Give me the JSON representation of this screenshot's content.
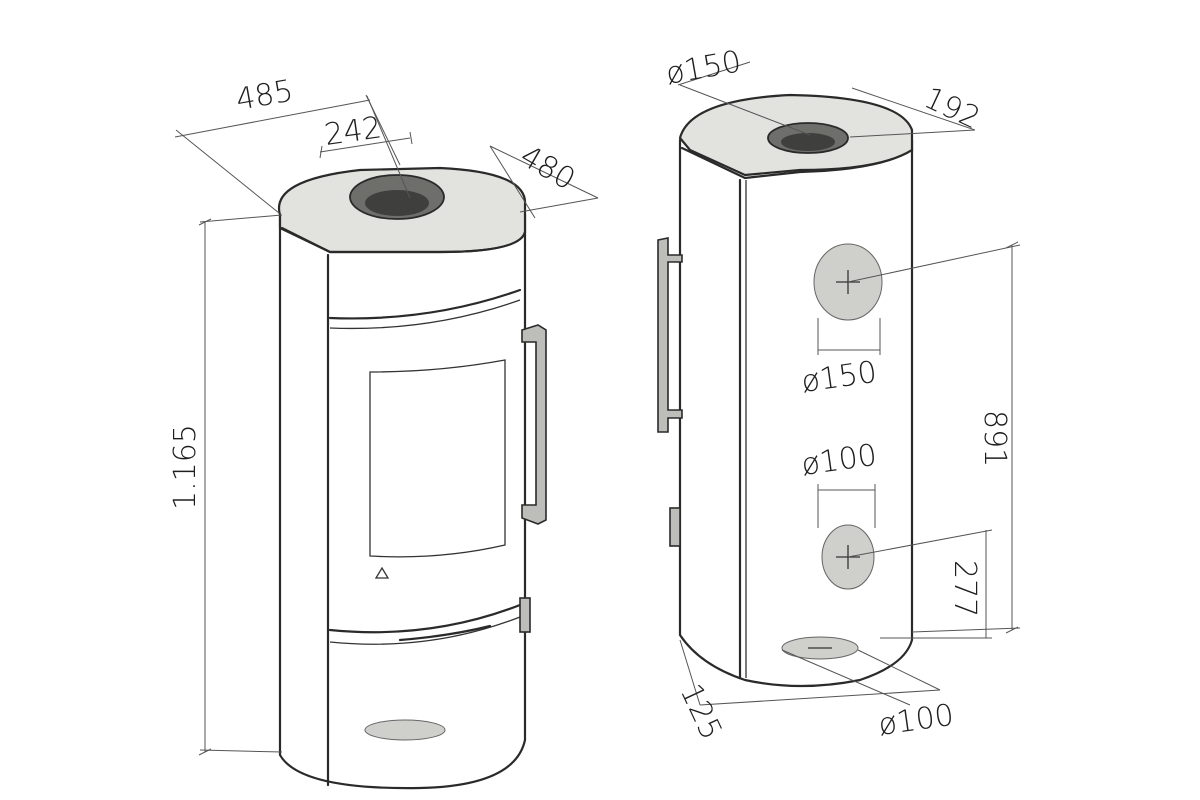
{
  "colors": {
    "outline": "#2a2a2a",
    "body": "#ececea",
    "hatch": "#b8b8b4",
    "hole": "#6e6e6b",
    "port": "#cfcfcc"
  },
  "front_view": {
    "width_top": "485",
    "flue_offset": "242",
    "depth": "480",
    "height": "1.165"
  },
  "side_view": {
    "flue_top_diameter": "ø150",
    "flue_top_offset": "192",
    "rear_flue_diameter": "ø150",
    "rear_flue_height": "891",
    "air_intake_diameter": "ø100",
    "air_intake_height": "277",
    "bottom_intake_diameter": "ø100",
    "bottom_intake_offset": "125"
  }
}
